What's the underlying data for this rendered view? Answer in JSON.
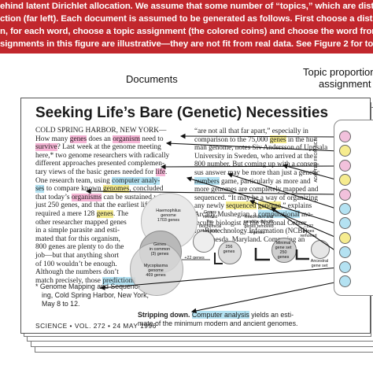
{
  "caption": {
    "lines": [
      "ehind latent Dirichlet allocation. We assume that some number of “topics,” which are distrib",
      "ction (far left). Each document is assumed to be generated as follows. First choose a distribu",
      "n, for each word, choose a topic assignment (the colored coins) and choose the word from the",
      "signments in this figure are illustrative—they are not fit from real data. See Figure 2 for topics"
    ]
  },
  "labels": {
    "documents": "Documents",
    "topic_line1": "Topic proportion",
    "topic_line2": "assignment"
  },
  "article": {
    "title": "Seeking Life’s Bare (Genetic) Necessities",
    "left_lines": [
      [
        {
          "t": "COLD SPRING HARBOR, NEW YORK—",
          "c": ""
        }
      ],
      [
        {
          "t": "How many ",
          "c": ""
        },
        {
          "t": "genes",
          "c": "pink"
        },
        {
          "t": " does an ",
          "c": ""
        },
        {
          "t": "organism",
          "c": "pink"
        },
        {
          "t": " need to",
          "c": ""
        }
      ],
      [
        {
          "t": "survive",
          "c": "pink"
        },
        {
          "t": "? Last week at the genome meeting",
          "c": ""
        }
      ],
      [
        {
          "t": "here,* two genome researchers with radically",
          "c": ""
        }
      ],
      [
        {
          "t": "different approaches presented complemen-",
          "c": ""
        }
      ],
      [
        {
          "t": "tary views of the basic genes needed for ",
          "c": ""
        },
        {
          "t": "life",
          "c": "pink"
        },
        {
          "t": ".",
          "c": ""
        }
      ],
      [
        {
          "t": "One research team, using ",
          "c": ""
        },
        {
          "t": "computer analy-",
          "c": "blue"
        }
      ],
      [
        {
          "t": "ses",
          "c": "blue"
        },
        {
          "t": " to compare known ",
          "c": ""
        },
        {
          "t": "genomes",
          "c": "yellow"
        },
        {
          "t": ", concluded",
          "c": ""
        }
      ],
      [
        {
          "t": "that today’s ",
          "c": ""
        },
        {
          "t": "organisms",
          "c": "pink"
        },
        {
          "t": " can be sustained with",
          "c": ""
        }
      ],
      [
        {
          "t": "just 250 genes, and that the earliest life forms",
          "c": ""
        }
      ],
      [
        {
          "t": "required a mere 128 ",
          "c": ""
        },
        {
          "t": "genes",
          "c": "yellow"
        },
        {
          "t": ". The",
          "c": ""
        }
      ],
      [
        {
          "t": "other researcher mapped genes",
          "c": ""
        }
      ],
      [
        {
          "t": "in a simple parasite and esti-",
          "c": ""
        }
      ],
      [
        {
          "t": "mated that for this organism,",
          "c": ""
        }
      ],
      [
        {
          "t": "800 genes are plenty to do the",
          "c": ""
        }
      ],
      [
        {
          "t": "job—but that anything short",
          "c": ""
        }
      ],
      [
        {
          "t": "of 100 wouldn’t be enough.",
          "c": ""
        }
      ],
      [
        {
          "t": "   Although the numbers don’t",
          "c": ""
        }
      ],
      [
        {
          "t": "match precisely, those ",
          "c": ""
        },
        {
          "t": "predictions",
          "c": "blue"
        }
      ]
    ],
    "right_lines": [
      [
        {
          "t": "“are not all that far apart,” especially in",
          "c": ""
        }
      ],
      [
        {
          "t": "comparison to the 75,000 ",
          "c": ""
        },
        {
          "t": "genes",
          "c": "yellow"
        },
        {
          "t": " in the hu-",
          "c": ""
        }
      ],
      [
        {
          "t": "man genome, notes Siv Andersson of Uppsala",
          "c": ""
        }
      ],
      [
        {
          "t": "University in Sweden, who arrived at the",
          "c": ""
        }
      ],
      [
        {
          "t": "800 number. But coming up with a consen-",
          "c": ""
        }
      ],
      [
        {
          "t": "sus answer may be more than just a genetic",
          "c": ""
        }
      ],
      [
        {
          "t": "numbers",
          "c": "blue"
        },
        {
          "t": " game, particularly as more and",
          "c": ""
        }
      ],
      [
        {
          "t": "more genomes are completely mapped and",
          "c": ""
        }
      ],
      [
        {
          "t": "sequenced. “It may be a way of organizing",
          "c": ""
        }
      ],
      [
        {
          "t": "any newly ",
          "c": ""
        },
        {
          "t": "sequenced",
          "c": "yellow"
        },
        {
          "t": " ",
          "c": ""
        },
        {
          "t": "genome",
          "c": "yellow"
        },
        {
          "t": ",” explains",
          "c": ""
        }
      ],
      [
        {
          "t": "Arcady Mushegian, a ",
          "c": ""
        },
        {
          "t": "computational",
          "c": "blue"
        },
        {
          "t": " mo-",
          "c": ""
        }
      ],
      [
        {
          "t": "lecular biologist at the National Center",
          "c": ""
        }
      ],
      [
        {
          "t": "for Biotechnology Information (NCBI)",
          "c": ""
        }
      ],
      [
        {
          "t": "in Bethesda, Maryland. Comparing an",
          "c": ""
        }
      ]
    ],
    "footnote": [
      "* Genome Mapping and Sequenc-",
      "ing, Cold Spring Harbor, New York,",
      "May 8 to 12."
    ],
    "footer": "SCIENCE  •  VOL. 272  •  24 MAY 1996",
    "fig_caption_bold": "Stripping down.",
    "fig_caption_lines": [
      {
        "segments": [
          {
            "t": " ",
            "c": ""
          },
          {
            "t": "Computer analysis",
            "c": "blue"
          },
          {
            "t": " yields an esti-",
            "c": ""
          }
        ]
      },
      {
        "segments": [
          {
            "t": "mate of the minimum modern and ancient genomes.",
            "c": ""
          }
        ]
      }
    ],
    "figure": {
      "haemophilus": "Haemophilus\ngenome\n1703 genes",
      "genes_common": "Genes\nin common\n(3) genes",
      "mycoplasma": "Mycoplasma\ngenome\n469 genes",
      "redundant": "Redundant and\nparasite-specific\ngenes removed",
      "genes_needed": "Genes\nneeded\nfor\nbiochemical\nfunction",
      "plus22": "+22 genes",
      "minus4": "−4 genes",
      "g256": "256\ngenes",
      "minimal": "Minimal\ngene set\n250\ngenes",
      "ancestral": "Ancestral\ngene set",
      "minus122": "−122\ngenes\nremoved",
      "credit": "ADAPTED FROM NCBI"
    }
  },
  "coins": [
    {
      "color": "#f2c1dc"
    },
    {
      "color": "#f6ec8f"
    },
    {
      "color": "#f2c1dc"
    },
    {
      "color": "#f6ec8f"
    },
    {
      "color": "#f2c1dc"
    },
    {
      "color": "#b4e2f2"
    },
    {
      "color": "#b4e2f2"
    },
    {
      "color": "#f6ec8f"
    },
    {
      "color": "#b4e2f2"
    },
    {
      "color": "#b4e2f2"
    },
    {
      "color": "#b4e2f2"
    }
  ],
  "colors": {
    "caption_band": "#c1272d",
    "pink": "#f6b6d6",
    "blue": "#b4e2f2",
    "yellow": "#f6ec8f"
  }
}
